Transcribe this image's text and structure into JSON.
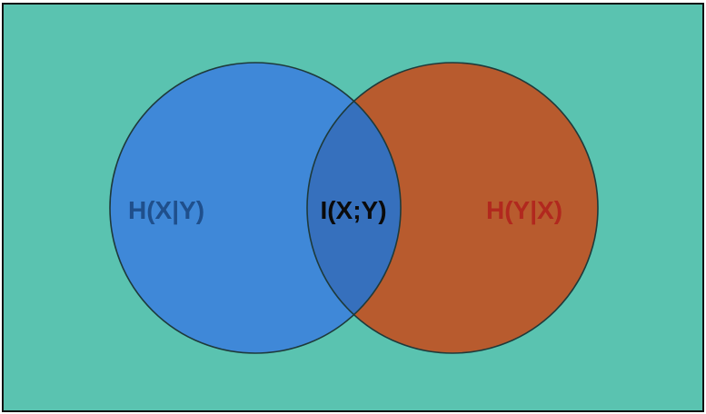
{
  "diagram": {
    "background_color": "#5AC3B0",
    "border_color": "#111111",
    "left_circle": {
      "name": "X",
      "fill": "#3F88D8",
      "label": "H(X|Y)",
      "label_color": "#1F4F8C"
    },
    "right_circle": {
      "name": "Y",
      "fill": "#B85B2E",
      "label": "H(Y|X)",
      "label_color": "#B1281E"
    },
    "overlap": {
      "fill": "#3670BD",
      "label": "I(X;Y)",
      "label_color": "#0A0A0A"
    },
    "outline_color": "#1E3A3A"
  }
}
